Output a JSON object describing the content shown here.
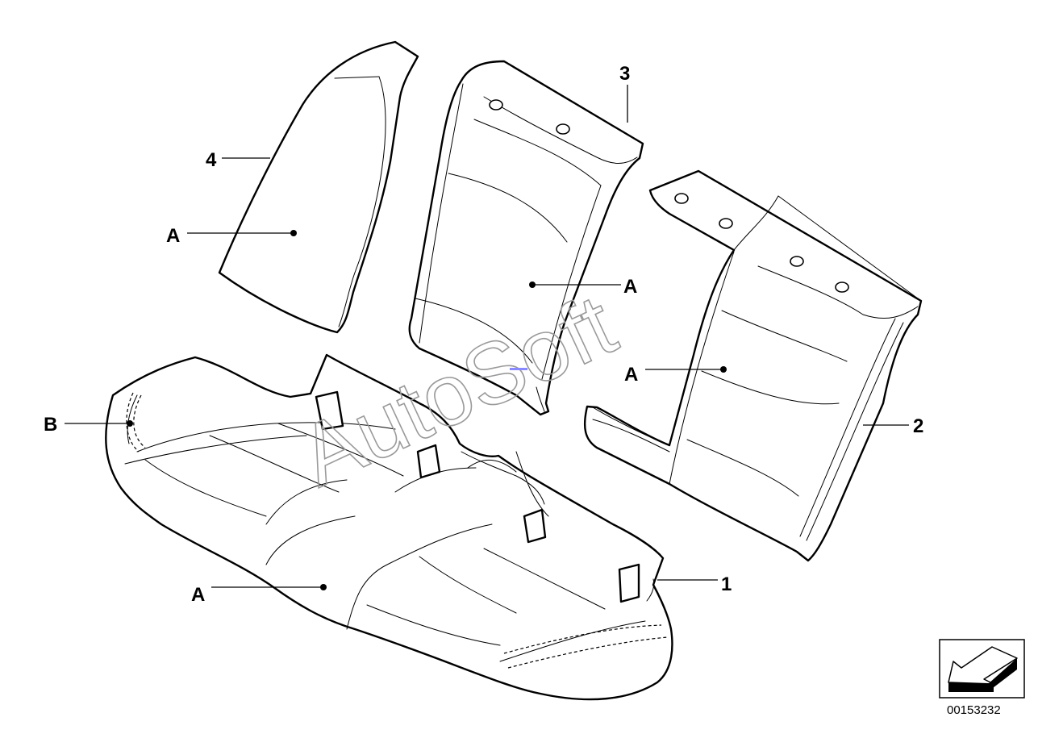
{
  "diagram": {
    "callouts": {
      "part_1": "1",
      "part_2": "2",
      "part_3": "3",
      "part_4": "4",
      "ref_a_part4": "A",
      "ref_a_part3": "A",
      "ref_a_part2": "A",
      "ref_a_part1": "A",
      "ref_b": "B"
    },
    "watermark": "AutoSoft",
    "part_number": "00153232",
    "colors": {
      "line": "#000000",
      "background": "#ffffff",
      "watermark": "#9a9a9a",
      "marker": "#8888ff"
    },
    "icons": {
      "nav": "arrow-back-icon"
    }
  }
}
